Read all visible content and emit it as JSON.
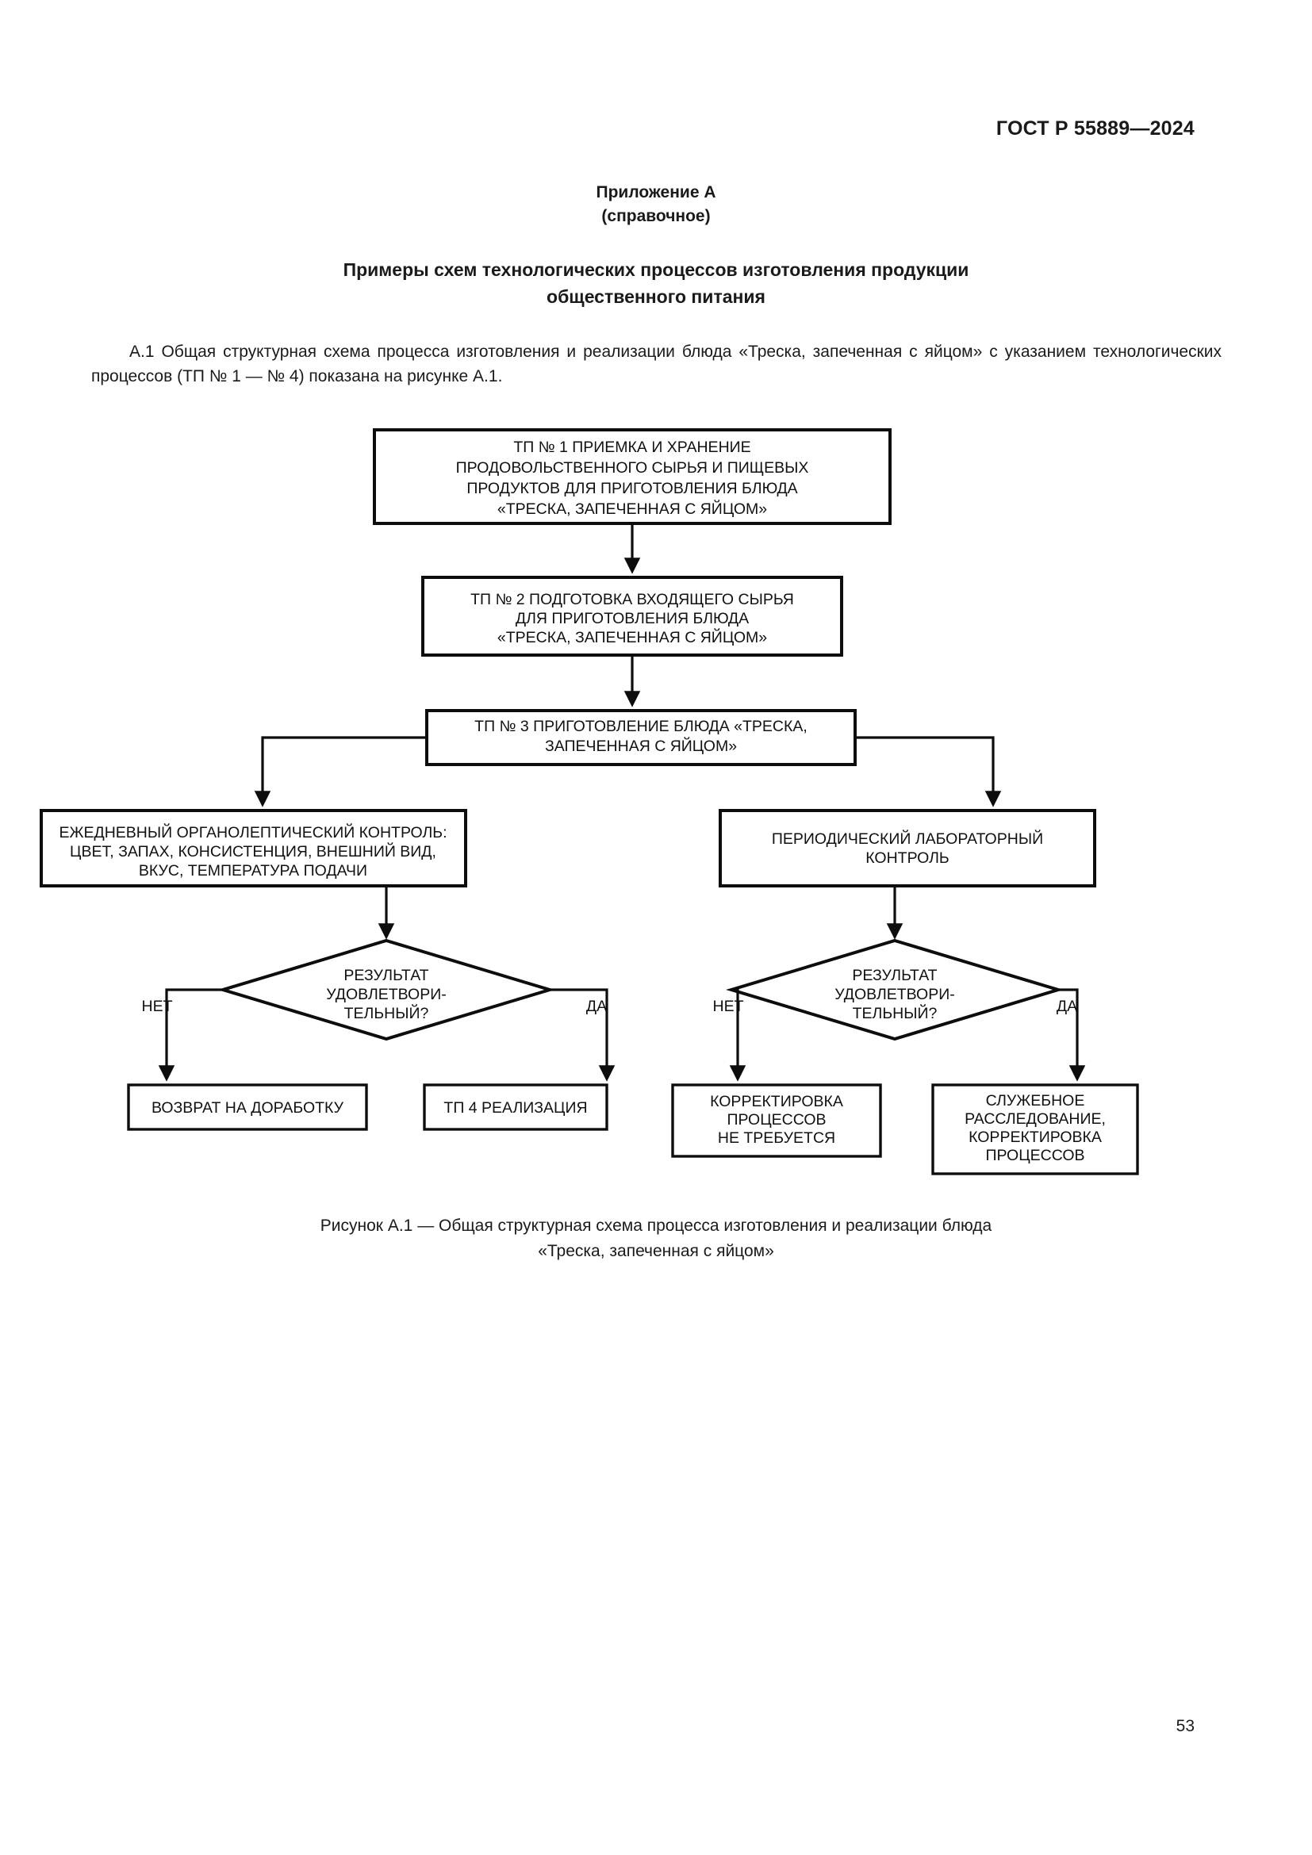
{
  "document": {
    "header": "ГОСТ Р 55889—2024",
    "page_number": "53"
  },
  "appendix": {
    "title": "Приложение А",
    "subtitle": "(справочное)",
    "section_title_line1": "Примеры схем технологических процессов изготовления продукции",
    "section_title_line2": "общественного питания"
  },
  "body": {
    "paragraph": "А.1 Общая структурная схема процесса изготовления и реализации блюда «Треска, запеченная с яйцом» с указанием технологических процессов (ТП № 1 — № 4) показана на рисунке А.1."
  },
  "figure": {
    "caption_line1": "Рисунок А.1 — Общая структурная схема процесса изготовления и реализации блюда",
    "caption_line2": "«Треска, запеченная с яйцом»"
  },
  "flowchart": {
    "type": "flowchart",
    "nodes": [
      {
        "id": "tp1",
        "shape": "rectangle",
        "lines": [
          "ТП № 1 ПРИЕМКА И ХРАНЕНИЕ",
          "ПРОДОВОЛЬСТВЕННОГО  СЫРЬЯ И ПИЩЕВЫХ",
          "ПРОДУКТОВ ДЛЯ ПРИГОТОВЛЕНИЯ  БЛЮДА",
          "«ТРЕСКА, ЗАПЕЧЕННАЯ С ЯЙЦОМ»"
        ]
      },
      {
        "id": "tp2",
        "shape": "rectangle",
        "lines": [
          "ТП № 2 ПОДГОТОВКА ВХОДЯЩЕГО СЫРЬЯ",
          "ДЛЯ ПРИГОТОВЛЕНИЯ БЛЮДА",
          "«ТРЕСКА, ЗАПЕЧЕННАЯ С ЯЙЦОМ»"
        ]
      },
      {
        "id": "tp3",
        "shape": "rectangle",
        "lines": [
          "ТП № 3 ПРИГОТОВЛЕНИЕ БЛЮДА «ТРЕСКА,",
          "ЗАПЕЧЕННАЯ С ЯЙЦОМ»"
        ]
      },
      {
        "id": "organoleptic",
        "shape": "rectangle",
        "lines": [
          "ЕЖЕДНЕВНЫЙ ОРГАНОЛЕПТИЧЕСКИЙ КОНТРОЛЬ:",
          "ЦВЕТ, ЗАПАХ, КОНСИСТЕНЦИЯ, ВНЕШНИЙ ВИД,",
          "ВКУС, ТЕМПЕРАТУРА ПОДАЧИ"
        ]
      },
      {
        "id": "laboratory",
        "shape": "rectangle",
        "lines": [
          "ПЕРИОДИЧЕСКИЙ ЛАБОРАТОРНЫЙ",
          "КОНТРОЛЬ"
        ]
      },
      {
        "id": "decision-left",
        "shape": "diamond",
        "lines": [
          "РЕЗУЛЬТАТ",
          "УДОВЛЕТВОРИ-",
          "ТЕЛЬНЫЙ?"
        ]
      },
      {
        "id": "decision-right",
        "shape": "diamond",
        "lines": [
          "РЕЗУЛЬТАТ",
          "УДОВЛЕТВОРИ-",
          "ТЕЛЬНЫЙ?"
        ]
      },
      {
        "id": "return-rework",
        "shape": "rectangle",
        "lines": [
          "ВОЗВРАТ НА ДОРАБОТКУ"
        ]
      },
      {
        "id": "tp4",
        "shape": "rectangle",
        "lines": [
          "ТП 4 РЕАЛИЗАЦИЯ"
        ]
      },
      {
        "id": "no-correction",
        "shape": "rectangle",
        "lines": [
          "КОРРЕКТИРОВКА",
          "ПРОЦЕССОВ",
          "НЕ ТРЕБУЕТСЯ"
        ]
      },
      {
        "id": "investigation",
        "shape": "rectangle",
        "lines": [
          "СЛУЖЕБНОЕ",
          "РАССЛЕДОВАНИЕ,",
          "КОРРЕКТИРОВКА",
          "ПРОЦЕССОВ"
        ]
      }
    ],
    "edge_labels": {
      "left_no": "НЕТ",
      "left_yes": "ДА",
      "right_no": "НЕТ",
      "right_yes": "ДА"
    }
  },
  "colors": {
    "ink": "#111111",
    "stroke": "#0d0d0d",
    "paper": "#ffffff"
  }
}
